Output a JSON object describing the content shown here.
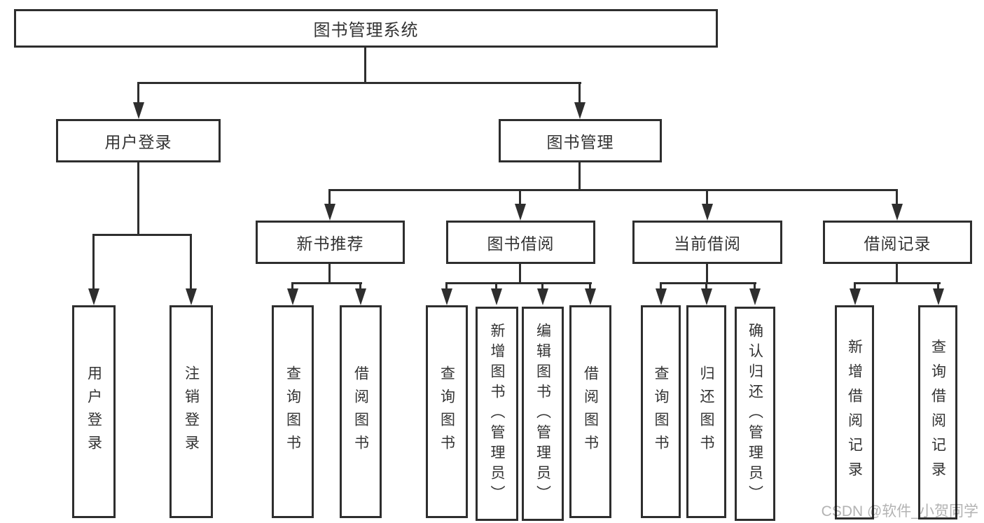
{
  "diagram": {
    "title": "图书管理系统",
    "level2": {
      "user_login": "用户登录",
      "book_mgmt": "图书管理"
    },
    "level3": {
      "new_books": "新书推荐",
      "book_borrow": "图书借阅",
      "current_borrow": "当前借阅",
      "borrow_records": "借阅记录"
    },
    "leaves": {
      "user_login": [
        "用户登录",
        "注销登录"
      ],
      "new_books": [
        "查询图书",
        "借阅图书"
      ],
      "book_borrow": [
        "查询图书",
        "新增图书（管理员）",
        "编辑图书（管理员）",
        "借阅图书"
      ],
      "current_borrow": [
        "查询图书",
        "归还图书",
        "确认归还（管理员）"
      ],
      "borrow_records": [
        "新增借阅记录",
        "查询借阅记录"
      ]
    },
    "colors": {
      "line": "#2e2e2e",
      "text": "#333333",
      "background": "#ffffff",
      "watermark_text": "#b3b3b3"
    },
    "watermark": "CSDN @软件_小贺同学"
  }
}
